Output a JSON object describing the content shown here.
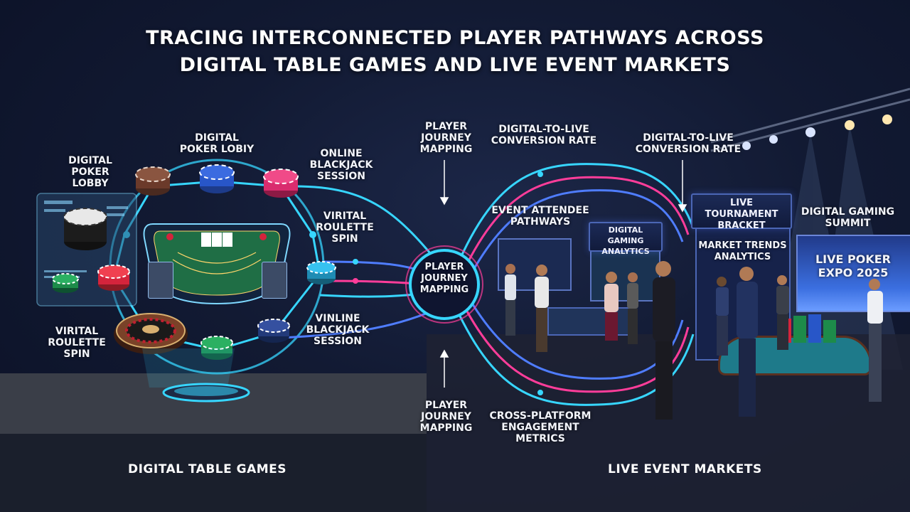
{
  "title": {
    "line1": "TRACING INTERCONNECTED PLAYER PATHWAYS ACROSS",
    "line2": "DIGITAL TABLE GAMES AND LIVE EVENT MARKETS"
  },
  "sections": {
    "left": "DIGITAL TABLE GAMES",
    "right": "LIVE EVENT MARKETS"
  },
  "left_labels": {
    "digital_poker_lobby_a": [
      "DIGITAL",
      "POKER",
      "LOBBY"
    ],
    "digital_poker_lobby_b": [
      "DIGITAL",
      "POKER LOBIY"
    ],
    "online_blackjack": [
      "ONLINE",
      "BLACKJACK",
      "SESSION"
    ],
    "virital_roulette_right": [
      "VIRITAL",
      "ROULETTE",
      "SPIN"
    ],
    "virital_roulette_left": [
      "VIRITAL",
      "ROULETTE",
      "SPIN"
    ],
    "vinline_blackjack": [
      "VINLINE",
      "BLACKJACK",
      "SESSION"
    ]
  },
  "center_labels": {
    "journey_top": [
      "PLAYER",
      "JOURNEY",
      "MAPPING"
    ],
    "journey_hub": [
      "PLAYER",
      "JOURNEY",
      "MAPPING"
    ],
    "journey_bottom": [
      "PLAYER",
      "JOURNEY",
      "MAPPING"
    ],
    "conversion_a": [
      "DIGITAL-TO-LIVE",
      "CONVERSION RATE"
    ],
    "conversion_b": [
      "DIGITAL-TO-LIVE",
      "CONVERSION RATE"
    ],
    "event_attendee": [
      "EVENT ATTENDEE",
      "PATHWAYS"
    ],
    "cross_platform": [
      "CROSS-PLATFORM",
      "ENGAGEMENT",
      "METRICS"
    ]
  },
  "right_signs": {
    "gaming_analytics": [
      "DIGITAL GAMING",
      "ANALYTICS"
    ],
    "tournament_bracket": [
      "LIVE TOURNAMENT",
      "BRACKET"
    ],
    "market_trends": [
      "MARKET TRENDS",
      "ANALYTICS"
    ],
    "gaming_summit": [
      "DIGITAL GAMING",
      "SUMMIT"
    ],
    "poker_expo": [
      "LIVE POKER",
      "EXPO 2025"
    ]
  },
  "colors": {
    "cyan": "#37d6ff",
    "pink": "#ff3d9a",
    "blue": "#4f7dff",
    "felt": "#1f6e45",
    "chip_red": "#d4243c",
    "chip_blue": "#2856c8",
    "chip_green": "#1d8b4a",
    "chip_brown": "#6b3a2a"
  },
  "icons": [
    "poker-chip-icon",
    "roulette-wheel-icon",
    "playing-card-icon",
    "spotlight-icon",
    "hologram-platform-icon"
  ]
}
